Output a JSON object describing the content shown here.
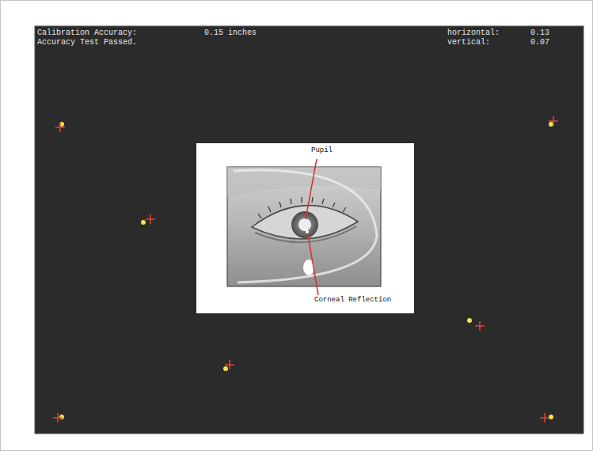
{
  "diagram": {
    "nodes": [
      {
        "text": [
          "Calibration Accuracy:",
          "0.15 inches",
          "Accuracy Test Passed.",
          "horizontal:",
          "0.13",
          "vertical:",
          "0.07"
        ]
      },
      {
        "text": [
          "Pupil",
          "Corneal Reflection"
        ],
        "in": 0
      }
    ]
  }
}
